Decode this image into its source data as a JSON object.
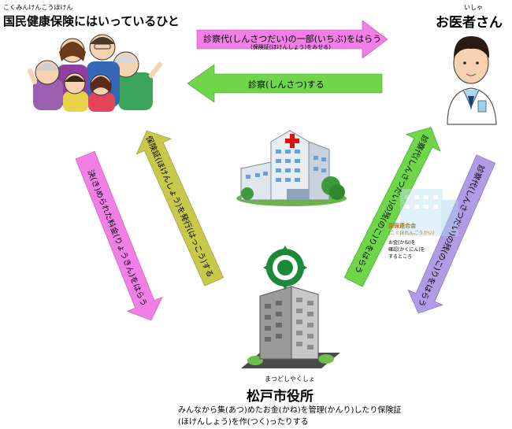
{
  "insured": {
    "ruby": "こくみんけんこうほけん",
    "title": "国民健康保険にはいっているひと"
  },
  "doctor": {
    "ruby": "いしゃ",
    "title": "お医者さん"
  },
  "city_hall": {
    "ruby": "まつどしやくしょ",
    "title": "松戸市役所",
    "desc_line1": "みんなから集(あつ)めたお金(かね)を管理(かんり)したり保険証",
    "desc_line2": "(ほけんしょう)を作(つく)ったりする"
  },
  "arrows": {
    "pay_part": "診察代(しんさつだい)の一部(いちぶ)をはらう",
    "pay_part_sub": "(保険証(ほけんしょう)をみせる)",
    "exam": "診察(しんさつ)する",
    "pay_fee": "決(き)められた料金(りょうきん)をはらう",
    "issue_card": "保険証(ほけんしょう)を発行(はっこう)する",
    "claim_fee": "診察代(しんさつだい)の残(のこ)りをはらう",
    "pay_rest": "診察代(しんさつだい)の残(のこ)りをはらう"
  },
  "union": {
    "title": "国保連合会",
    "ruby": "(こくほれんごうかい)",
    "desc1": "お金(かね)を",
    "desc2": "確認(かくにん)を",
    "desc3": "するところ"
  },
  "colors": {
    "pink": "#f07fe6",
    "green": "#6fd64a",
    "olive": "#c8c94a",
    "lavender": "#b29be6",
    "red": "#e01010"
  }
}
